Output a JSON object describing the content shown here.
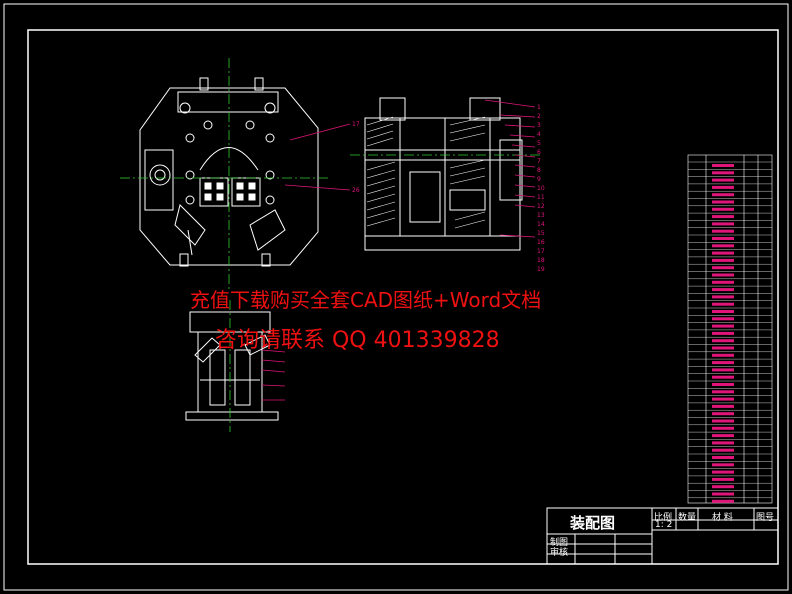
{
  "watermark": {
    "line1": "充值下载购买全套CAD图纸+Word文档",
    "line2": "咨询请联系 QQ 401339828",
    "color": "#e11a1a"
  },
  "title_block": {
    "drawing_name": "装配图",
    "col_scale": "比例",
    "col_qty": "数量",
    "col_material": "材  料",
    "col_drawing_no": "图号",
    "scale_value": "1: 2",
    "row_drawn": "制图",
    "row_checked": "审核"
  },
  "balloons_right": [
    "1",
    "2",
    "3",
    "4",
    "5",
    "6",
    "7",
    "8",
    "9",
    "10",
    "11",
    "12",
    "13",
    "14",
    "15",
    "16",
    "17",
    "18",
    "19"
  ],
  "balloons_left": [
    "17",
    "26"
  ],
  "colors": {
    "background": "#000000",
    "border": "#ffffff",
    "geometry": "#ffffff",
    "centerline": "#33cc33",
    "leaders": "#e0157a",
    "parts_list_text": "#e0157a"
  }
}
